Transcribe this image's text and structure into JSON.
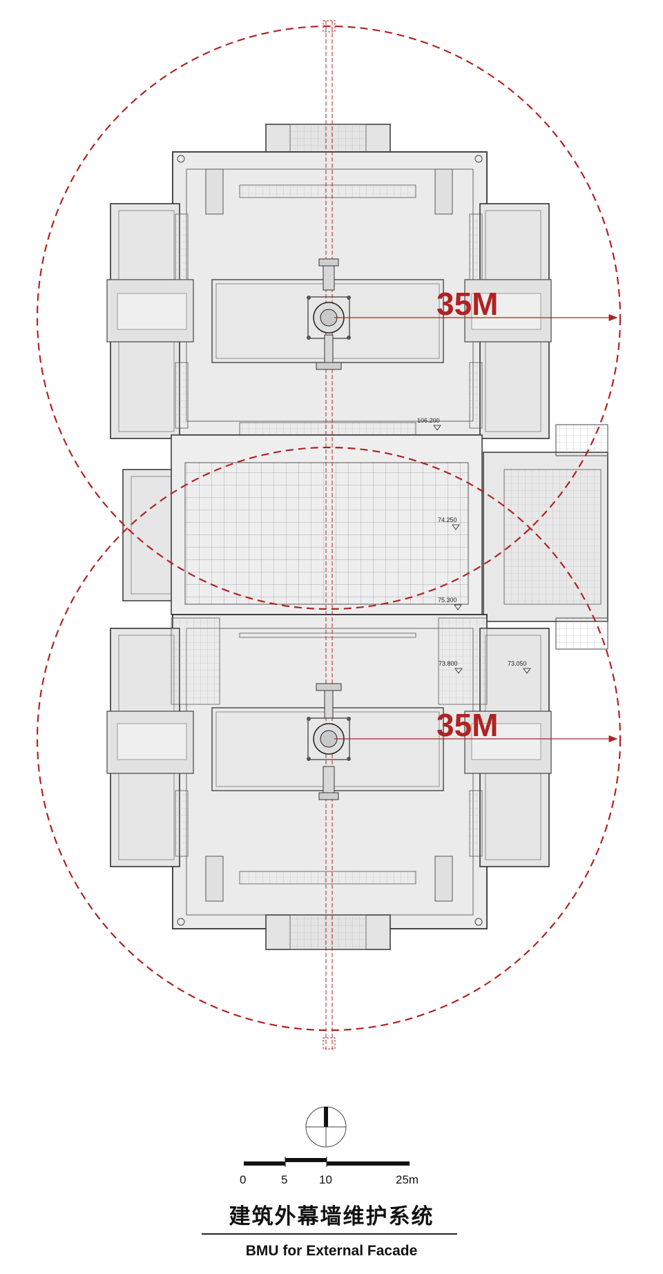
{
  "drawing": {
    "levels": {
      "top_roof": "106.200",
      "atrium": "74.250",
      "link_bottom": "75.300",
      "lower_left": "73.800",
      "lower_right": "73.050"
    },
    "bmu_units": [
      {
        "radius_label": "35M"
      },
      {
        "radius_label": "35M"
      }
    ],
    "colors": {
      "reach_circle": "#b22222",
      "plan_fill": "#e9e9e9",
      "plan_line": "#444444"
    }
  },
  "scale_bar": {
    "labels": [
      "0",
      "5",
      "10",
      "25m"
    ]
  },
  "title": {
    "chinese": "建筑外幕墙维护系统",
    "english": "BMU for External Facade"
  },
  "north_arrow": {
    "icon": "north-arrow-icon"
  }
}
